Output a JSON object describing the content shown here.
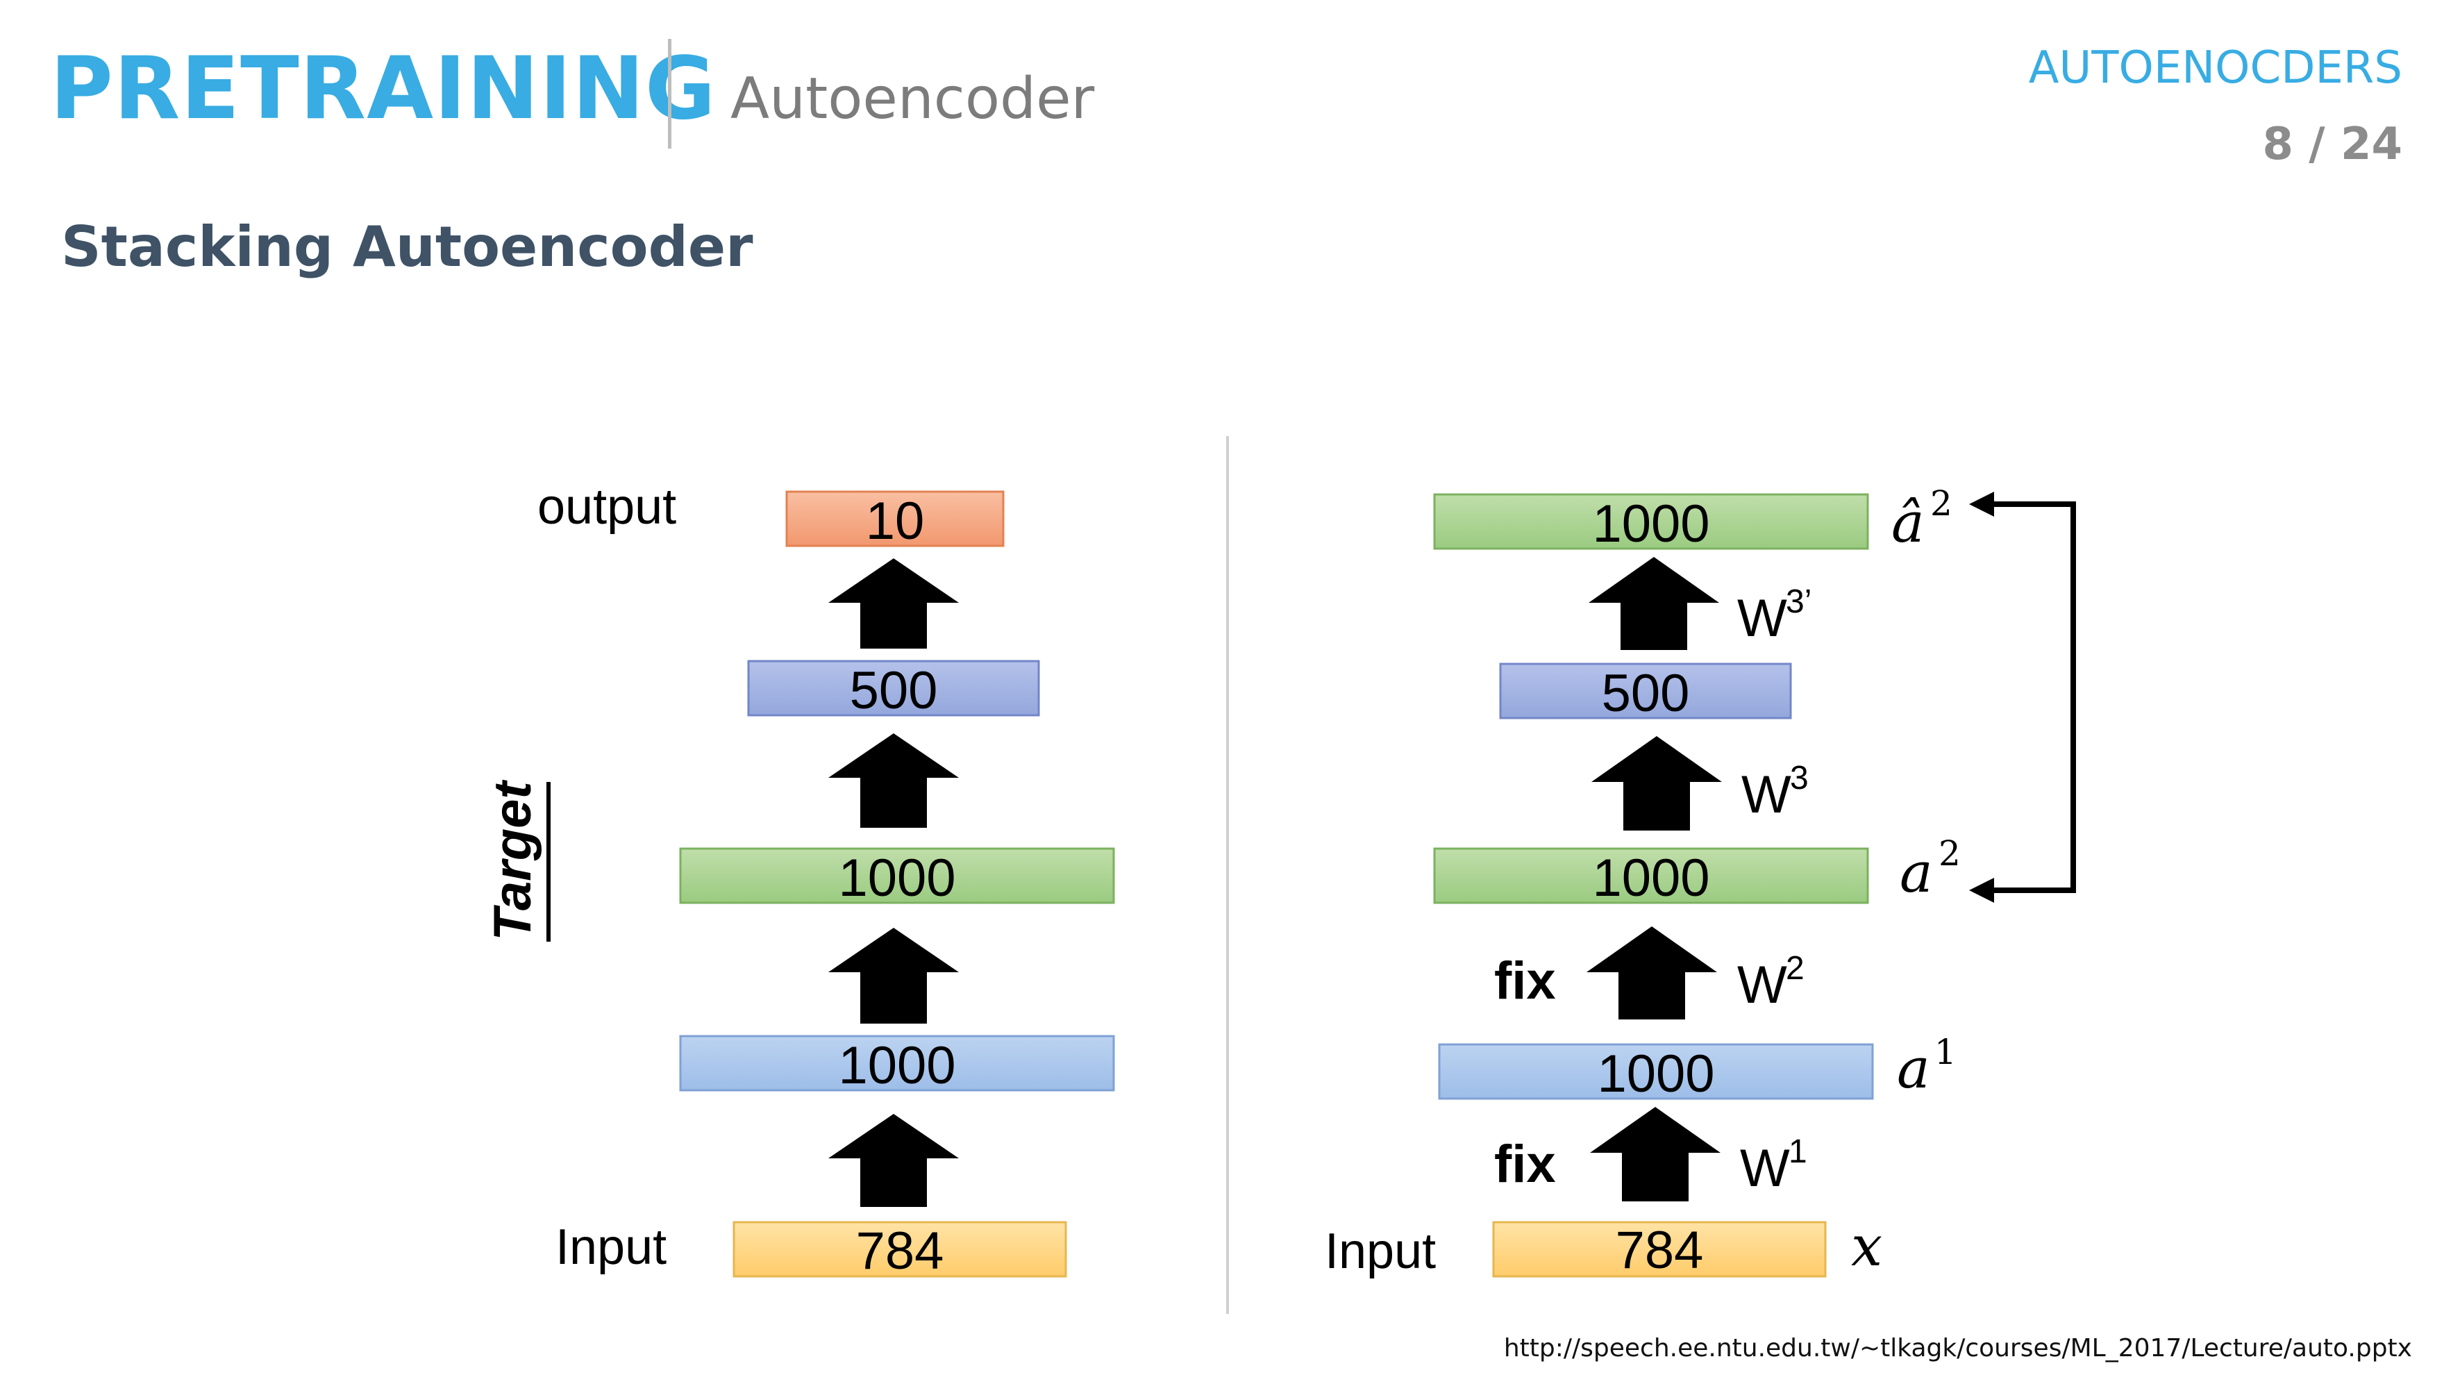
{
  "header": {
    "title": "PRETRAINING",
    "subtitle": "Autoencoder",
    "course": "AUTOENOCDERS",
    "page": "8 / 24"
  },
  "section_title": "Stacking Autoencoder",
  "footer_url": "http://speech.ee.ntu.edu.tw/~tlkagk/courses/ML_2017/Lecture/auto.pptx",
  "left_diagram": {
    "output_label": "output",
    "input_label": "Input",
    "target_label": "Target",
    "layers": [
      {
        "value": "784",
        "color": "#ffd37f"
      },
      {
        "value": "1000",
        "color": "#a4c2ea"
      },
      {
        "value": "1000",
        "color": "#a9d18e"
      },
      {
        "value": "500",
        "color": "#9fb0e0"
      },
      {
        "value": "10",
        "color": "#f4a582"
      }
    ]
  },
  "right_diagram": {
    "input_label": "Input",
    "fix_label": "fix",
    "layers": [
      {
        "value": "784",
        "color": "#ffd37f",
        "var": "x",
        "sup": ""
      },
      {
        "value": "1000",
        "color": "#a4c2ea",
        "var": "a",
        "sup": "1"
      },
      {
        "value": "1000",
        "color": "#a9d18e",
        "var": "a",
        "sup": "2"
      },
      {
        "value": "500",
        "color": "#9fb0e0",
        "var": "",
        "sup": ""
      },
      {
        "value": "1000",
        "color": "#a9d18e",
        "var": "â",
        "sup": "2"
      }
    ],
    "weights": [
      {
        "w": "W",
        "sup": "1",
        "fixed": true
      },
      {
        "w": "W",
        "sup": "2",
        "fixed": true
      },
      {
        "w": "W",
        "sup": "3",
        "fixed": false
      },
      {
        "w": "W",
        "sup": "3’",
        "fixed": false
      }
    ]
  }
}
